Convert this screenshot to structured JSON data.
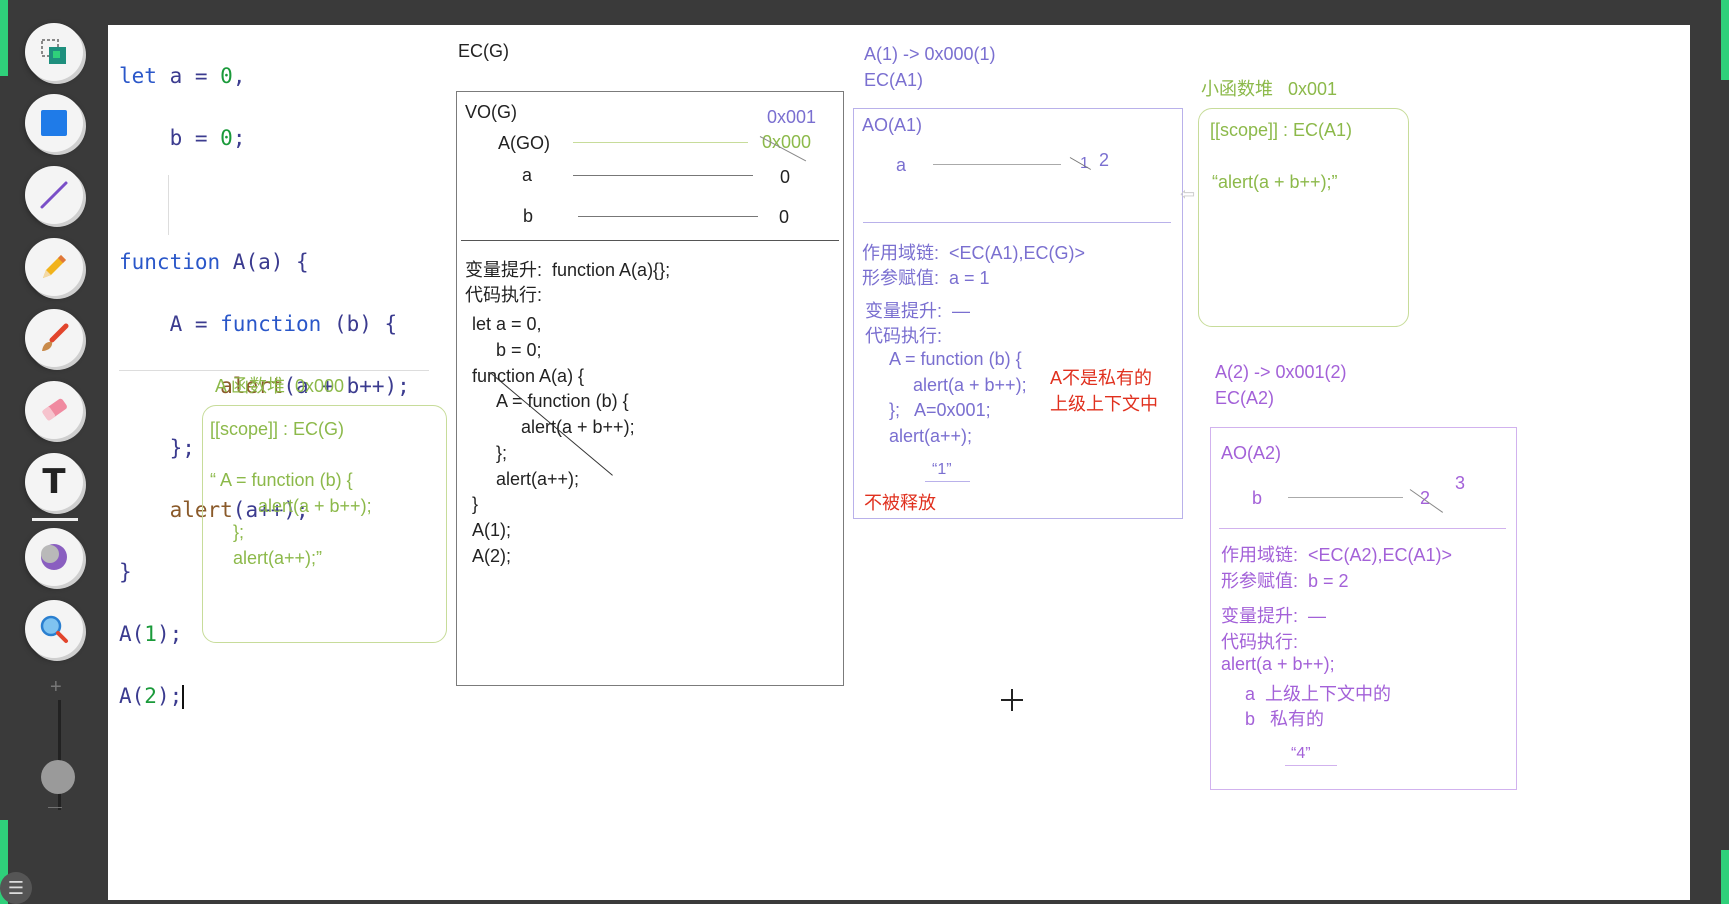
{
  "toolbar": {
    "tools": [
      {
        "name": "select-tool",
        "icon": "select-icon"
      },
      {
        "name": "rectangle-tool",
        "icon": "rectangle-icon"
      },
      {
        "name": "line-tool",
        "icon": "line-icon"
      },
      {
        "name": "pencil-tool",
        "icon": "pencil-icon"
      },
      {
        "name": "brush-tool",
        "icon": "brush-icon"
      },
      {
        "name": "eraser-tool",
        "icon": "eraser-icon"
      },
      {
        "name": "text-tool",
        "icon": "text-icon",
        "label": "T"
      },
      {
        "name": "color-tool",
        "icon": "color-icon"
      },
      {
        "name": "zoom-tool",
        "icon": "magnifier-icon"
      }
    ],
    "slider_plus": "+",
    "slider_minus": "—",
    "menu_icon": "☰",
    "colors": {
      "accent_green": "#2fd07a",
      "rect_blue": "#1f7be8"
    }
  },
  "code": {
    "l1a": "let",
    "l1b": " a = ",
    "l1c": "0",
    "l1d": ",",
    "l2a": "    b = ",
    "l2b": "0",
    "l2c": ";",
    "l3a": "function",
    "l3b": " A(a) {",
    "l4a": "    A = ",
    "l4b": "function",
    "l4c": " (b) {",
    "l5a": "        ",
    "l5b": "alert",
    "l5c": "(a + b++);",
    "l6": "    };",
    "l7a": "    ",
    "l7b": "alert",
    "l7c": "(a++);",
    "l8": "}",
    "l9a": "A(",
    "l9b": "1",
    "l9c": ");",
    "l10a": "A(",
    "l10b": "2",
    "l10c": ");"
  },
  "heap_a": {
    "title": "A 函数堆  0x000",
    "scope": "[[scope]] : EC(G)",
    "c1": "“ A = function (b) {",
    "c2": "alert(a + b++);",
    "c3": "};",
    "c4": "alert(a++);”"
  },
  "ecg": {
    "title": "EC(G)",
    "vo": "VO(G)",
    "addr_new": "0x001",
    "addr_old": "0x000",
    "agO": "A(GO)",
    "a": "a",
    "a_val": "0",
    "b": "b",
    "b_val": "0",
    "hoist": "变量提升:  function A(a){};",
    "exec": "代码执行:",
    "c1": "let a = 0,",
    "c2": "b = 0;",
    "c3": "function A(a) {",
    "c4": "A = function (b) {",
    "c5": "alert(a + b++);",
    "c6": "};",
    "c7": "alert(a++);",
    "c8": "}",
    "c9": "A(1);",
    "c10": "A(2);"
  },
  "a1": {
    "call": "A(1) -> 0x000(1)",
    "ec": "EC(A1)",
    "ao": "AO(A1)",
    "a": "a",
    "v1": "1",
    "v2": "2",
    "scope_chain": "作用域链:  <EC(A1),EC(G)>",
    "param": "形参赋值:  a = 1",
    "hoist": "变量提升:  —",
    "exec": "代码执行:",
    "c1": "A = function (b) {",
    "c2": "alert(a + b++);",
    "c3": "};   A=0x001;",
    "c4": "alert(a++);",
    "output": "“1”",
    "not_private_1": "A不是私有的",
    "not_private_2": "上级上下文中",
    "not_released": "不被释放"
  },
  "heap_small": {
    "title": "小函数堆   0x001",
    "scope": "[[scope]] : EC(A1)",
    "code": "“alert(a + b++);”"
  },
  "a2": {
    "call": "A(2) -> 0x001(2)",
    "ec": "EC(A2)",
    "ao": "AO(A2)",
    "b": "b",
    "v2": "2",
    "v3": "3",
    "scope_chain": "作用域链:  <EC(A2),EC(A1)>",
    "param": "形参赋值:  b = 2",
    "hoist": "变量提升:  —",
    "exec": "代码执行:",
    "c1": "alert(a + b++);",
    "c2": "a  上级上下文中的",
    "c3": "b   私有的",
    "output": "“4”"
  }
}
